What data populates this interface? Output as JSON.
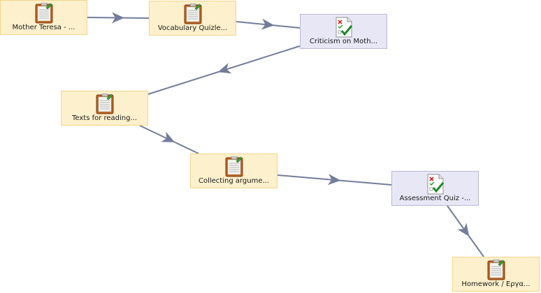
{
  "colors": {
    "edge": "#737d9b",
    "activity_fill": "#fdf0cc",
    "activity_border": "#f0d58a",
    "quiz_fill": "#e8e7f5",
    "quiz_border": "#b9b8d4"
  },
  "nodes": [
    {
      "id": "n1",
      "type": "activity",
      "icon": "notebook-icon",
      "label": "Mother Teresa - ..."
    },
    {
      "id": "n2",
      "type": "activity",
      "icon": "notebook-icon",
      "label": "Vocabulary Quizle..."
    },
    {
      "id": "n3",
      "type": "quiz",
      "icon": "checklist-icon",
      "label": "Criticism on Moth..."
    },
    {
      "id": "n4",
      "type": "activity",
      "icon": "notebook-icon",
      "label": "Texts for reading..."
    },
    {
      "id": "n5",
      "type": "activity",
      "icon": "notebook-icon",
      "label": "Collecting argume..."
    },
    {
      "id": "n6",
      "type": "quiz",
      "icon": "checklist-icon",
      "label": "Assessment Quiz -..."
    },
    {
      "id": "n7",
      "type": "activity",
      "icon": "notebook-icon",
      "label": "Homework / Εργα..."
    }
  ],
  "edges": [
    {
      "from": "n1",
      "to": "n2"
    },
    {
      "from": "n2",
      "to": "n3"
    },
    {
      "from": "n3",
      "to": "n4"
    },
    {
      "from": "n4",
      "to": "n5"
    },
    {
      "from": "n5",
      "to": "n6"
    },
    {
      "from": "n6",
      "to": "n7"
    }
  ]
}
